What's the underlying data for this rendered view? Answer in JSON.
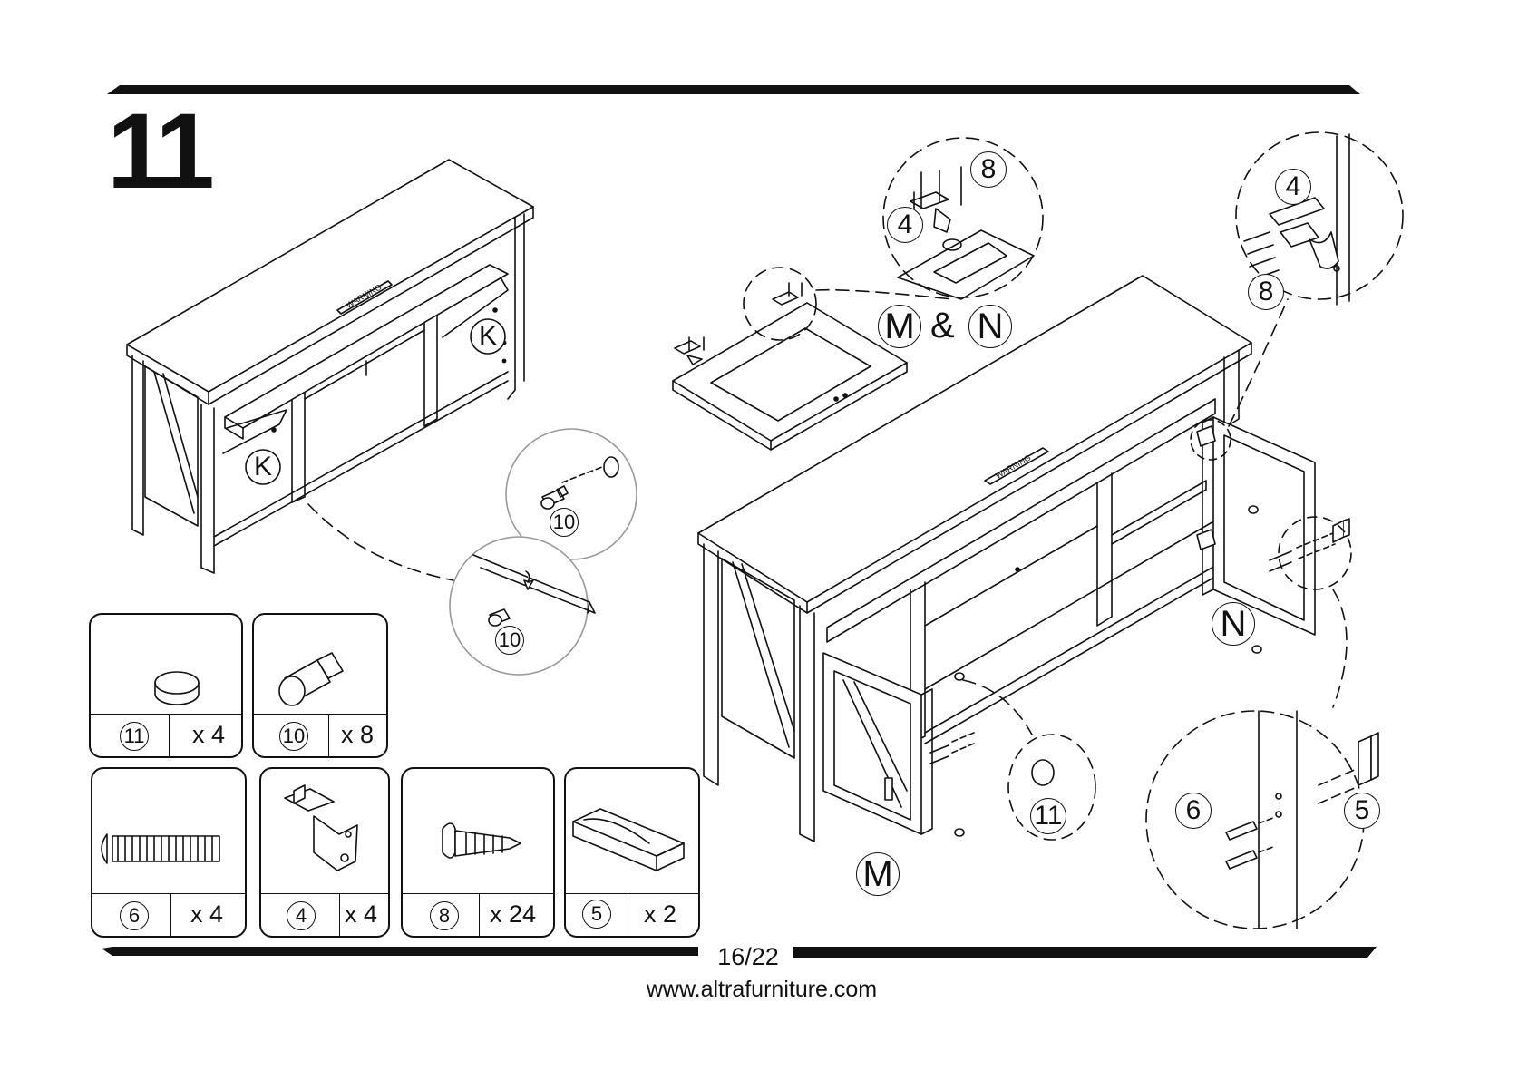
{
  "step": {
    "number": "11"
  },
  "footer": {
    "page": "16/22",
    "website": "www.altrafurniture.com"
  },
  "warning_label": "WARNING",
  "callouts": {
    "part_k": "K",
    "part_m": "M",
    "part_n": "N",
    "ampersand": "&",
    "part_ids": {
      "p4": "4",
      "p5": "5",
      "p6": "6",
      "p8": "8",
      "p10": "10",
      "p11": "11"
    }
  },
  "parts_list": [
    {
      "id": "11",
      "qty": "x 4",
      "icon": "disc-pad-icon"
    },
    {
      "id": "10",
      "qty": "x 8",
      "icon": "shelf-pin-icon"
    },
    {
      "id": "6",
      "qty": "x 4",
      "icon": "machine-screw-icon"
    },
    {
      "id": "4",
      "qty": "x 4",
      "icon": "hinge-icon"
    },
    {
      "id": "8",
      "qty": "x 24",
      "icon": "wood-screw-icon"
    },
    {
      "id": "5",
      "qty": "x 2",
      "icon": "magnetic-catch-icon"
    }
  ]
}
